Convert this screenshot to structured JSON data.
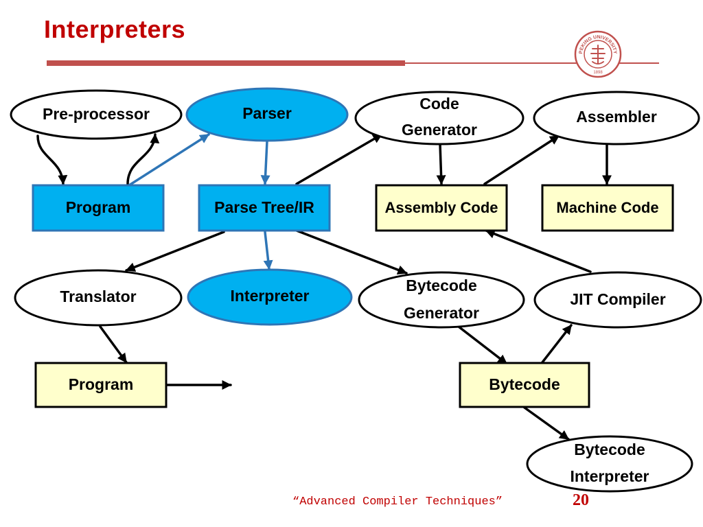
{
  "slide": {
    "title": "Interpreters",
    "footer": "“Advanced Compiler Techniques”",
    "page_number": "20"
  },
  "logo": {
    "icon": "peking-university-seal-icon",
    "text_top": "PEKING UNIVERSITY",
    "year": "1898"
  },
  "colors": {
    "title": "#c00000",
    "rule": "#c0504d",
    "blue_fill": "#00b0f0",
    "blue_stroke": "#2e75b6",
    "yellow_fill": "#ffffcc"
  },
  "diagram": {
    "preprocessor": {
      "label": "Pre-processor"
    },
    "parser": {
      "label": "Parser"
    },
    "code_generator": {
      "line1": "Code",
      "line2": "Generator"
    },
    "assembler": {
      "label": "Assembler"
    },
    "program_input": {
      "label": "Program"
    },
    "parse_tree": {
      "label": "Parse Tree/IR"
    },
    "assembly_code": {
      "label": "Assembly Code"
    },
    "machine_code": {
      "label": "Machine Code"
    },
    "translator": {
      "label": "Translator"
    },
    "interpreter": {
      "label": "Interpreter"
    },
    "bytecode_generator": {
      "line1": "Bytecode",
      "line2": "Generator"
    },
    "jit_compiler": {
      "label": "JIT Compiler"
    },
    "program_output": {
      "label": "Program"
    },
    "bytecode": {
      "label": "Bytecode"
    },
    "bytecode_interpreter": {
      "line1": "Bytecode",
      "line2": "Interpreter"
    }
  }
}
